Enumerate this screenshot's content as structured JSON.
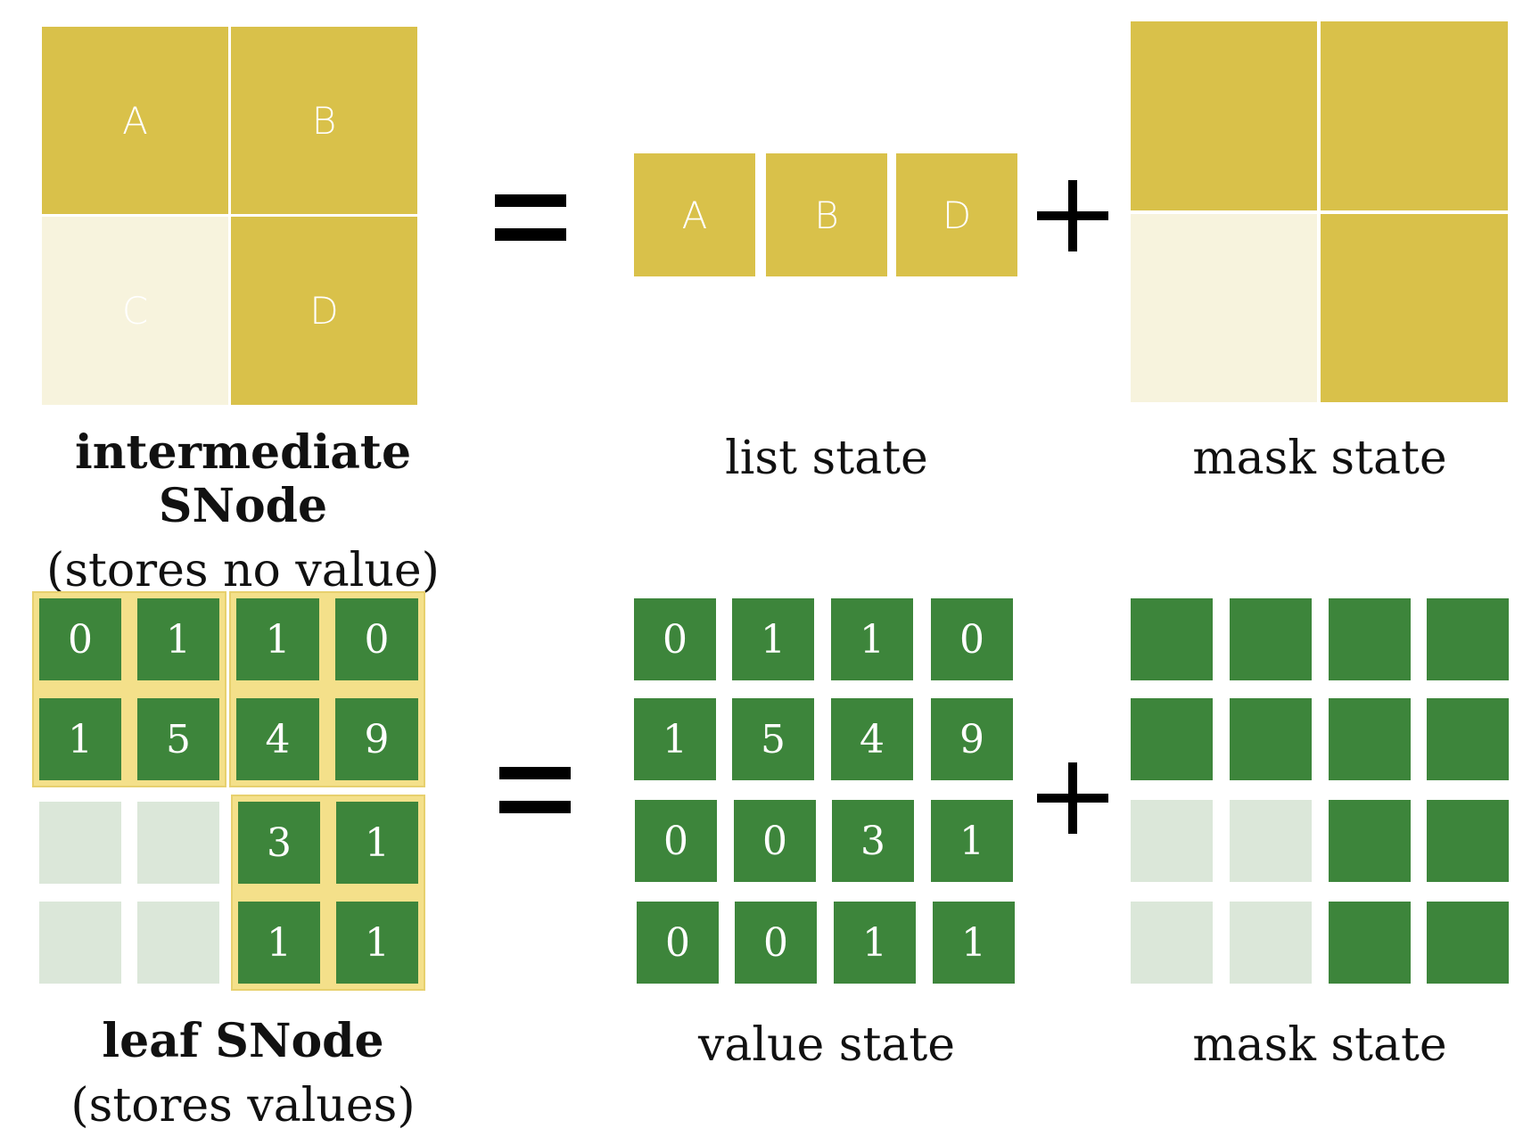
{
  "intermediate": {
    "cells": [
      {
        "label": "A",
        "active": true
      },
      {
        "label": "B",
        "active": true
      },
      {
        "label": "C",
        "active": false
      },
      {
        "label": "D",
        "active": true
      }
    ],
    "title": "intermediate SNode",
    "subtitle": "(stores no value)"
  },
  "list_state": {
    "items": [
      "A",
      "B",
      "D"
    ],
    "caption": "list state"
  },
  "mask_state_top": {
    "mask": [
      1,
      1,
      0,
      1
    ],
    "caption": "mask state"
  },
  "leaf": {
    "values": [
      [
        "0",
        "1",
        "1",
        "0"
      ],
      [
        "1",
        "5",
        "4",
        "9"
      ],
      [
        "",
        "",
        "3",
        "1"
      ],
      [
        "",
        "",
        "1",
        "1"
      ]
    ],
    "active": [
      [
        1,
        1,
        1,
        1
      ],
      [
        1,
        1,
        1,
        1
      ],
      [
        0,
        0,
        1,
        1
      ],
      [
        0,
        0,
        1,
        1
      ]
    ],
    "title": "leaf SNode",
    "subtitle": "(stores values)"
  },
  "value_state": {
    "values": [
      [
        "0",
        "1",
        "1",
        "0"
      ],
      [
        "1",
        "5",
        "4",
        "9"
      ],
      [
        "0",
        "0",
        "3",
        "1"
      ],
      [
        "0",
        "0",
        "1",
        "1"
      ]
    ],
    "caption": "value state"
  },
  "mask_state_bottom": {
    "mask": [
      [
        1,
        1,
        1,
        1
      ],
      [
        1,
        1,
        1,
        1
      ],
      [
        0,
        0,
        1,
        1
      ],
      [
        0,
        0,
        1,
        1
      ]
    ],
    "caption": "mask state"
  },
  "colors": {
    "yellow_active": "#d9c14a",
    "yellow_inactive": "#f7f3dd",
    "green_active": "#3d853b",
    "green_inactive": "#dbe7d9",
    "yellow_block": "#f4e08a"
  }
}
